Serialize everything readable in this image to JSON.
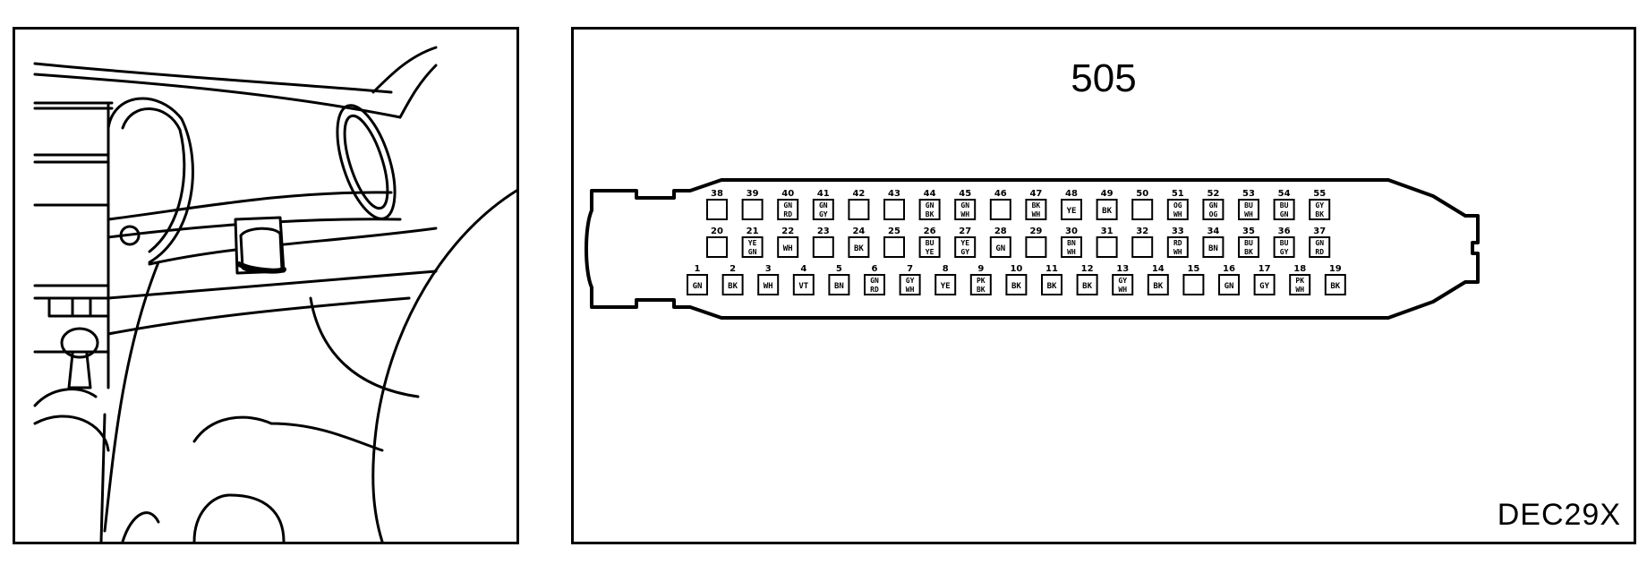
{
  "connector": {
    "title": "505",
    "reference": "DEC29X"
  },
  "pins": {
    "top": [
      {
        "n": "38",
        "w": []
      },
      {
        "n": "39",
        "w": []
      },
      {
        "n": "40",
        "w": [
          "GN",
          "RD"
        ]
      },
      {
        "n": "41",
        "w": [
          "GN",
          "GY"
        ]
      },
      {
        "n": "42",
        "w": []
      },
      {
        "n": "43",
        "w": []
      },
      {
        "n": "44",
        "w": [
          "GN",
          "BK"
        ]
      },
      {
        "n": "45",
        "w": [
          "GN",
          "WH"
        ]
      },
      {
        "n": "46",
        "w": []
      },
      {
        "n": "47",
        "w": [
          "BK",
          "WH"
        ]
      },
      {
        "n": "48",
        "w": [
          "YE"
        ]
      },
      {
        "n": "49",
        "w": [
          "BK"
        ]
      },
      {
        "n": "50",
        "w": []
      },
      {
        "n": "51",
        "w": [
          "OG",
          "WH"
        ]
      },
      {
        "n": "52",
        "w": [
          "GN",
          "OG"
        ]
      },
      {
        "n": "53",
        "w": [
          "BU",
          "WH"
        ]
      },
      {
        "n": "54",
        "w": [
          "BU",
          "GN"
        ]
      },
      {
        "n": "55",
        "w": [
          "GY",
          "BK"
        ]
      }
    ],
    "middle": [
      {
        "n": "20",
        "w": []
      },
      {
        "n": "21",
        "w": [
          "YE",
          "GN"
        ]
      },
      {
        "n": "22",
        "w": [
          "WH"
        ]
      },
      {
        "n": "23",
        "w": []
      },
      {
        "n": "24",
        "w": [
          "BK"
        ]
      },
      {
        "n": "25",
        "w": []
      },
      {
        "n": "26",
        "w": [
          "BU",
          "YE"
        ]
      },
      {
        "n": "27",
        "w": [
          "YE",
          "GY"
        ]
      },
      {
        "n": "28",
        "w": [
          "GN"
        ]
      },
      {
        "n": "29",
        "w": []
      },
      {
        "n": "30",
        "w": [
          "BN",
          "WH"
        ]
      },
      {
        "n": "31",
        "w": []
      },
      {
        "n": "32",
        "w": []
      },
      {
        "n": "33",
        "w": [
          "RD",
          "WH"
        ]
      },
      {
        "n": "34",
        "w": [
          "BN"
        ]
      },
      {
        "n": "35",
        "w": [
          "BU",
          "BK"
        ]
      },
      {
        "n": "36",
        "w": [
          "BU",
          "GY"
        ]
      },
      {
        "n": "37",
        "w": [
          "GN",
          "RD"
        ]
      }
    ],
    "bottom": [
      {
        "n": "1",
        "w": [
          "GN"
        ]
      },
      {
        "n": "2",
        "w": [
          "BK"
        ]
      },
      {
        "n": "3",
        "w": [
          "WH"
        ]
      },
      {
        "n": "4",
        "w": [
          "VT"
        ]
      },
      {
        "n": "5",
        "w": [
          "BN"
        ]
      },
      {
        "n": "6",
        "w": [
          "GN",
          "RD"
        ]
      },
      {
        "n": "7",
        "w": [
          "GY",
          "WH"
        ]
      },
      {
        "n": "8",
        "w": [
          "YE"
        ]
      },
      {
        "n": "9",
        "w": [
          "PK",
          "BK"
        ]
      },
      {
        "n": "10",
        "w": [
          "BK"
        ]
      },
      {
        "n": "11",
        "w": [
          "BK"
        ]
      },
      {
        "n": "12",
        "w": [
          "BK"
        ]
      },
      {
        "n": "13",
        "w": [
          "GY",
          "WH"
        ]
      },
      {
        "n": "14",
        "w": [
          "BK"
        ]
      },
      {
        "n": "15",
        "w": []
      },
      {
        "n": "16",
        "w": [
          "GN"
        ]
      },
      {
        "n": "17",
        "w": [
          "GY"
        ]
      },
      {
        "n": "18",
        "w": [
          "PK",
          "WH"
        ]
      },
      {
        "n": "19",
        "w": [
          "BK"
        ]
      }
    ]
  },
  "colors": {
    "line": "#000000",
    "background": "#ffffff"
  }
}
